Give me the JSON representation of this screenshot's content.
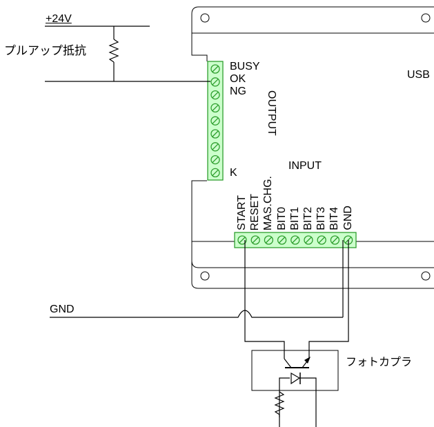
{
  "supply": {
    "label": "+24V"
  },
  "pullup": {
    "label": "プルアップ抵抗"
  },
  "output_labels": {
    "busy": "BUSY",
    "ok": "OK",
    "ng": "NG",
    "k": "K"
  },
  "board": {
    "output_title": "OUTPUT",
    "input_title": "INPUT",
    "usb": "USB"
  },
  "input_pins": [
    "START",
    "RESET",
    "MAS.CHG.",
    "BIT0",
    "BIT1",
    "BIT2",
    "BIT3",
    "BIT4",
    "GND"
  ],
  "ground": {
    "label": "GND"
  },
  "photocoupler": {
    "label": "フォトカプラ"
  },
  "colors": {
    "terminal_fill": "#ccffcc",
    "terminal_stroke": "#2e9e2e",
    "line": "#000000"
  }
}
